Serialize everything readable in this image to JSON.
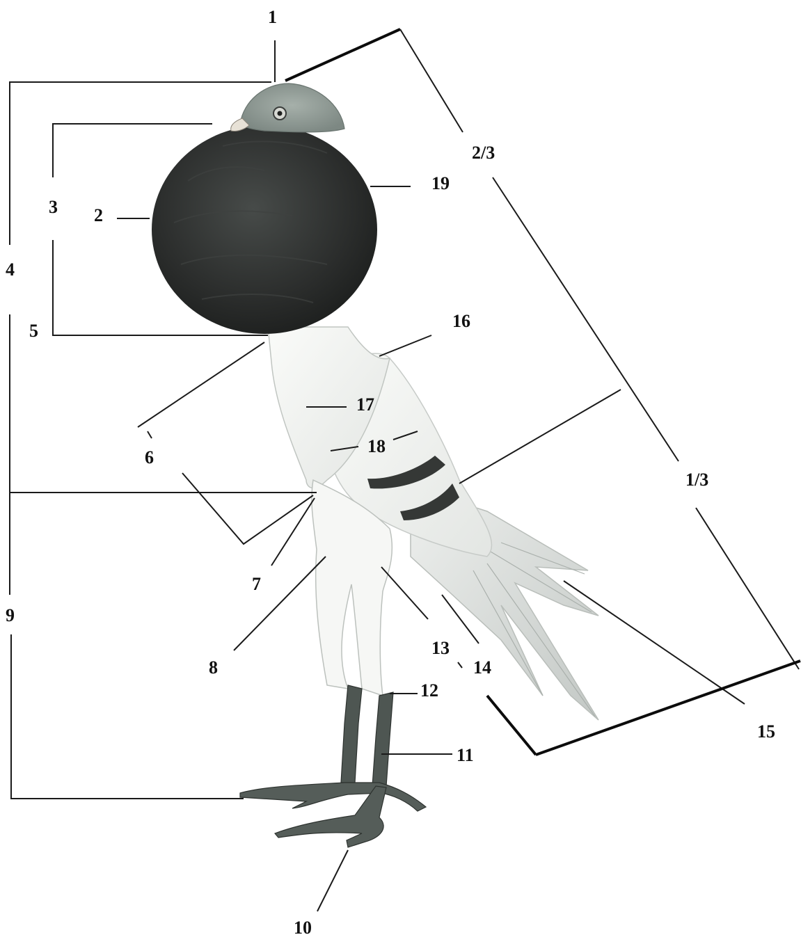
{
  "diagram": {
    "labels": {
      "l1": "1",
      "l2": "2",
      "l3": "3",
      "l4": "4",
      "l5": "5",
      "l6": "6",
      "l7": "7",
      "l8": "8",
      "l9": "9",
      "l10": "10",
      "l11": "11",
      "l12": "12",
      "l13": "13",
      "l14": "14",
      "l15": "15",
      "l16": "16",
      "l17": "17",
      "l18": "18",
      "l19": "19",
      "two_thirds": "2/3",
      "one_third": "1/3"
    }
  },
  "colors": {
    "background": "#ffffff",
    "ink": "#111111",
    "crop_plumage": "#2b2d2c",
    "head": "#8f9a94",
    "body_light": "#f3f4f2",
    "bar_band": "#3a3d3b",
    "legs": "#4e5652"
  }
}
